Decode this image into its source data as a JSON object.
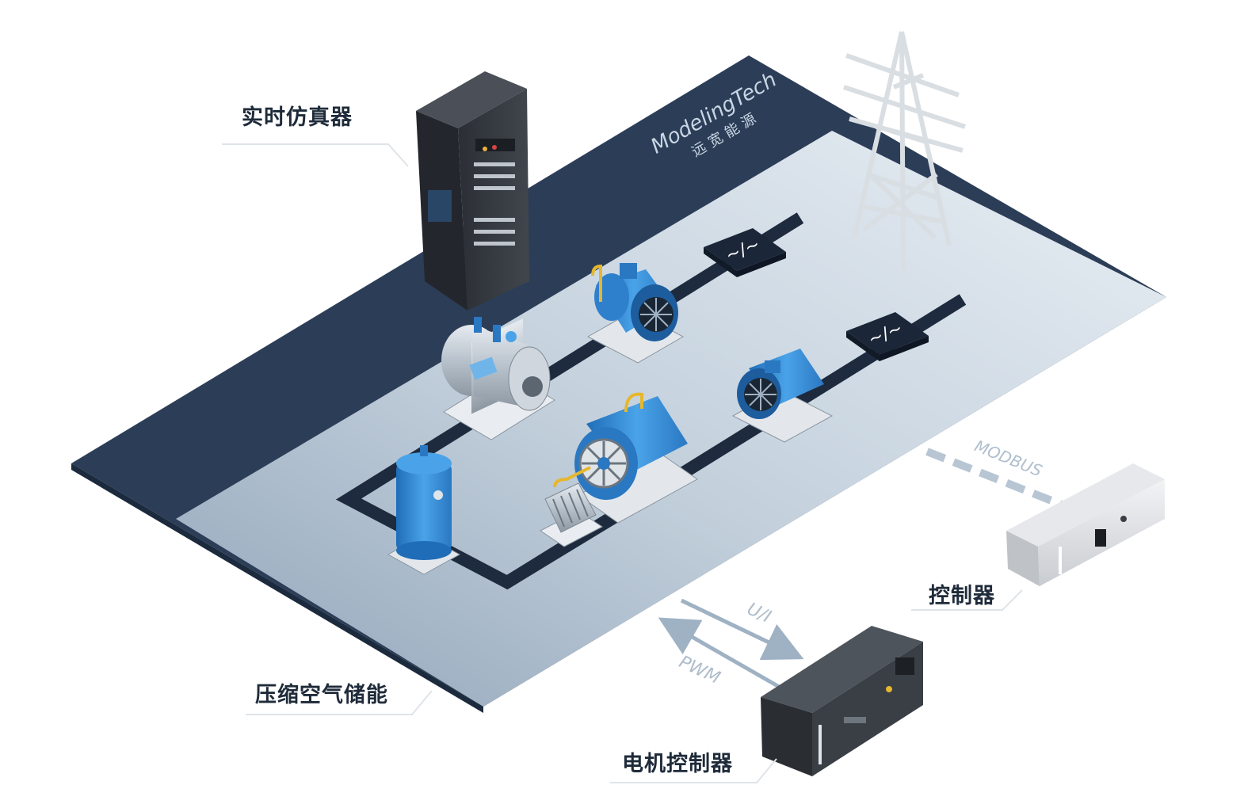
{
  "labels": {
    "simulator": "实时仿真器",
    "caes": "压缩空气储能",
    "controller": "控制器",
    "motor_controller": "电机控制器"
  },
  "signals": {
    "modbus": "MODBUS",
    "ui": "U/I",
    "pwm": "PWM"
  },
  "brand": {
    "name": "ModelingTech",
    "cn": "远宽能源"
  },
  "converter_symbol": "~/~",
  "colors": {
    "platform_dark": "#2c3d57",
    "platform_light": "#b9c6d3",
    "equipment_blue": "#3f8fd4",
    "pipe": "#1e2a3d",
    "label_text": "#1f2b3a"
  }
}
